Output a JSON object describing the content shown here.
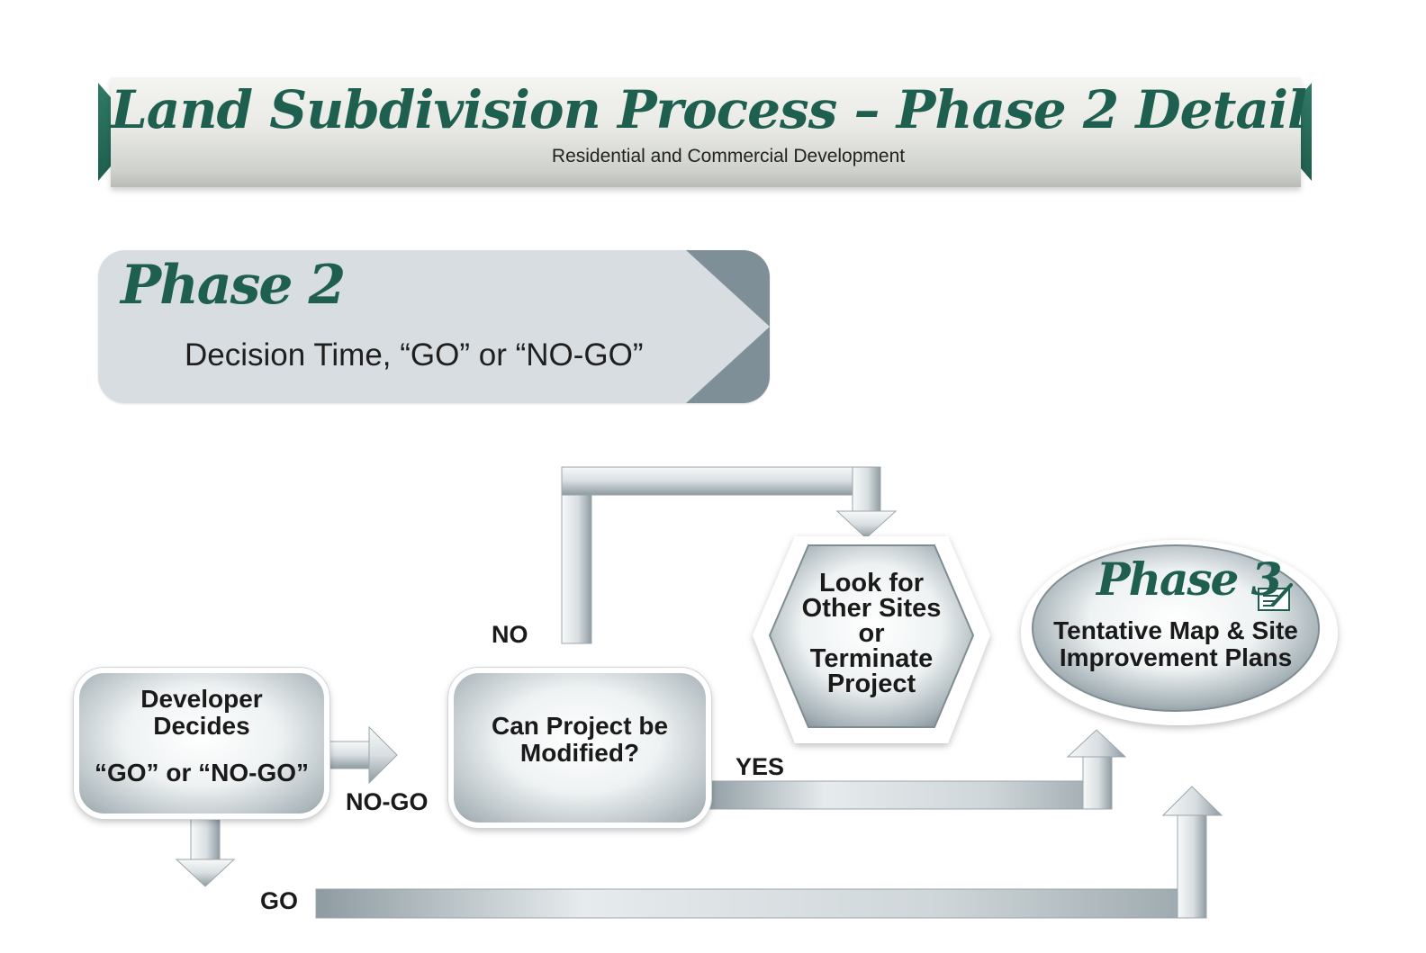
{
  "header": {
    "title": "Land Subdivision Process – Phase 2 Detail",
    "subtitle": "Residential and Commercial Development"
  },
  "phase": {
    "title": "Phase 2",
    "subtitle": "Decision Time, “GO” or “NO-GO”"
  },
  "flow": {
    "developer": {
      "line1": "Developer",
      "line2": "Decides",
      "line3": "“GO” or “NO-GO”"
    },
    "modify": {
      "line1": "Can Project be",
      "line2": "Modified?"
    },
    "other_sites": {
      "line1": "Look for",
      "line2": "Other Sites",
      "line3": "or",
      "line4": "Terminate",
      "line5": "Project"
    },
    "phase3": {
      "title": "Phase 3",
      "line1": "Tentative Map & Site",
      "line2": "Improvement Plans",
      "icon": "document-pen-icon"
    },
    "labels": {
      "no": "NO",
      "yes": "YES",
      "no_go": "NO-GO",
      "go": "GO"
    }
  },
  "colors": {
    "brand_green": "#1e5f50",
    "arrow_steel": "#8e9ba1",
    "phase_box": "#d7dde0"
  }
}
